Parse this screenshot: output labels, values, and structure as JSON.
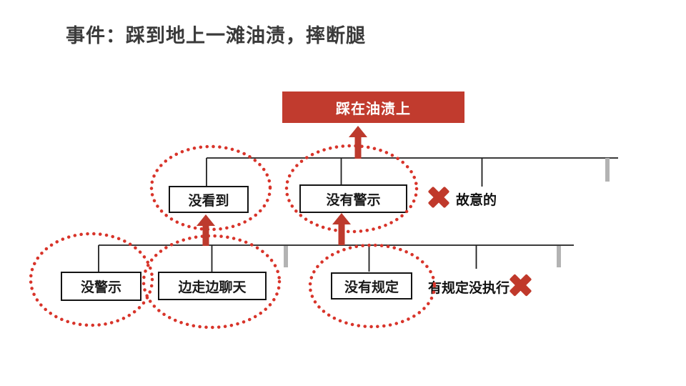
{
  "title": "事件：踩到地上一滩油渍，摔断腿",
  "colors": {
    "event_box_red": "#c13b2e",
    "arrow_red": "#bd3a2d",
    "dotted_circle_red": "#d8342a",
    "x_mark_red": "#c0392b",
    "connector_line": "#1f1f1f",
    "truncation_gray": "#b3b3b3",
    "title_text": "#3a3a3a"
  },
  "diagram": {
    "top_event": {
      "label": "踩在油渍上"
    },
    "level1": {
      "cause_a": "没看到",
      "cause_b": "没有警示",
      "rejected_cause": "故意的"
    },
    "level2": {
      "cause_a": "没警示",
      "cause_b": "边走边聊天",
      "cause_c": "没有规定",
      "rejected_cause": "有规定没执行"
    }
  }
}
